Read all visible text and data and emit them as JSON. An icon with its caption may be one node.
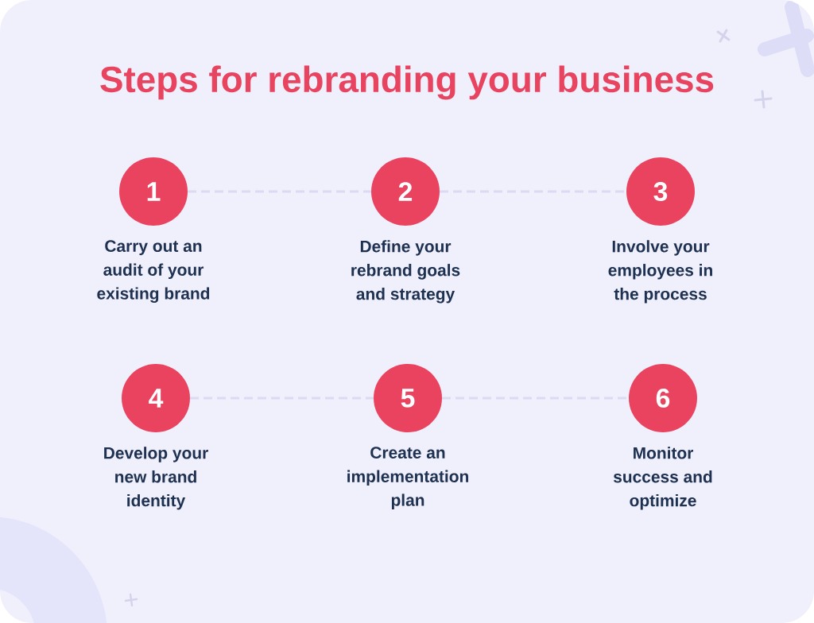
{
  "diagram": {
    "title": "Steps for rebranding your business",
    "nodes": [
      {
        "text": [
          "1"
        ],
        "beside": [
          "Carry out an audit of your existing brand"
        ]
      },
      {
        "text": [
          "2"
        ],
        "beside": [
          "Define your rebrand goals and strategy"
        ]
      },
      {
        "text": [
          "3"
        ],
        "beside": [
          "Involve your employees in the process"
        ]
      },
      {
        "text": [
          "4"
        ],
        "beside": [
          "Develop your new brand identity"
        ]
      },
      {
        "text": [
          "5"
        ],
        "beside": [
          "Create an implementation plan"
        ]
      },
      {
        "text": [
          "6"
        ],
        "beside": [
          "Monitor success and optimize"
        ]
      }
    ],
    "edges": [
      {
        "from": 0,
        "to": 1,
        "arrow": "none",
        "style": "dashed"
      },
      {
        "from": 1,
        "to": 2,
        "arrow": "none",
        "style": "dashed"
      },
      {
        "from": 3,
        "to": 4,
        "arrow": "none",
        "style": "dashed"
      },
      {
        "from": 4,
        "to": 5,
        "arrow": "none",
        "style": "dashed"
      }
    ]
  }
}
